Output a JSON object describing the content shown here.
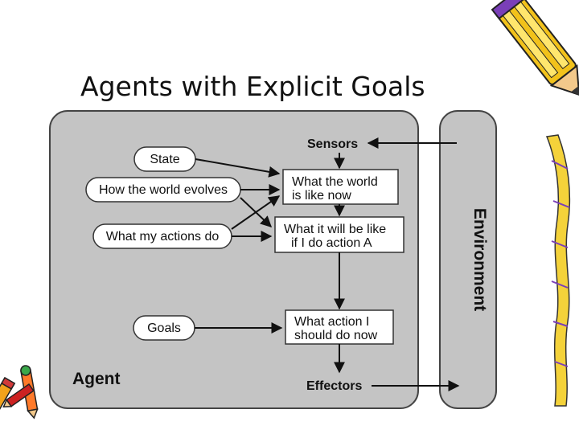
{
  "title": "Agents with Explicit Goals",
  "agent_label": "Agent",
  "environment_label": "Environment",
  "sensors_label": "Sensors",
  "effectors_label": "Effectors",
  "knowledge": {
    "state": "State",
    "world_evolves": "How the world evolves",
    "actions_do": "What my actions do",
    "goals": "Goals"
  },
  "process": {
    "world_now_line1": "What the world",
    "world_now_line2": "is like now",
    "will_be_line1": "What it will be like",
    "will_be_line2": "if I do action A",
    "action_line1": "What action I",
    "action_line2": "should do now"
  },
  "colors": {
    "panel_fill": "#c4c4c4",
    "panel_stroke": "#444444",
    "box_fill": "#ffffff",
    "line": "#111111"
  }
}
